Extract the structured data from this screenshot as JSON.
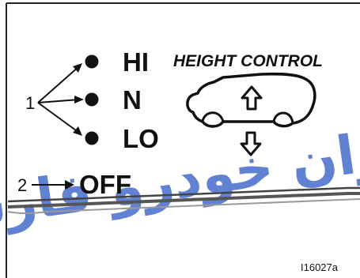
{
  "labels": {
    "hi": "HI",
    "n": "N",
    "lo": "LO",
    "off": "OFF",
    "callout_1": "1",
    "callout_2": "2",
    "header": "HEIGHT CONTROL",
    "figure_code": "I16027a"
  },
  "watermark": {
    "text": "ایران خودرو فارس",
    "color": "#3a63c8"
  }
}
